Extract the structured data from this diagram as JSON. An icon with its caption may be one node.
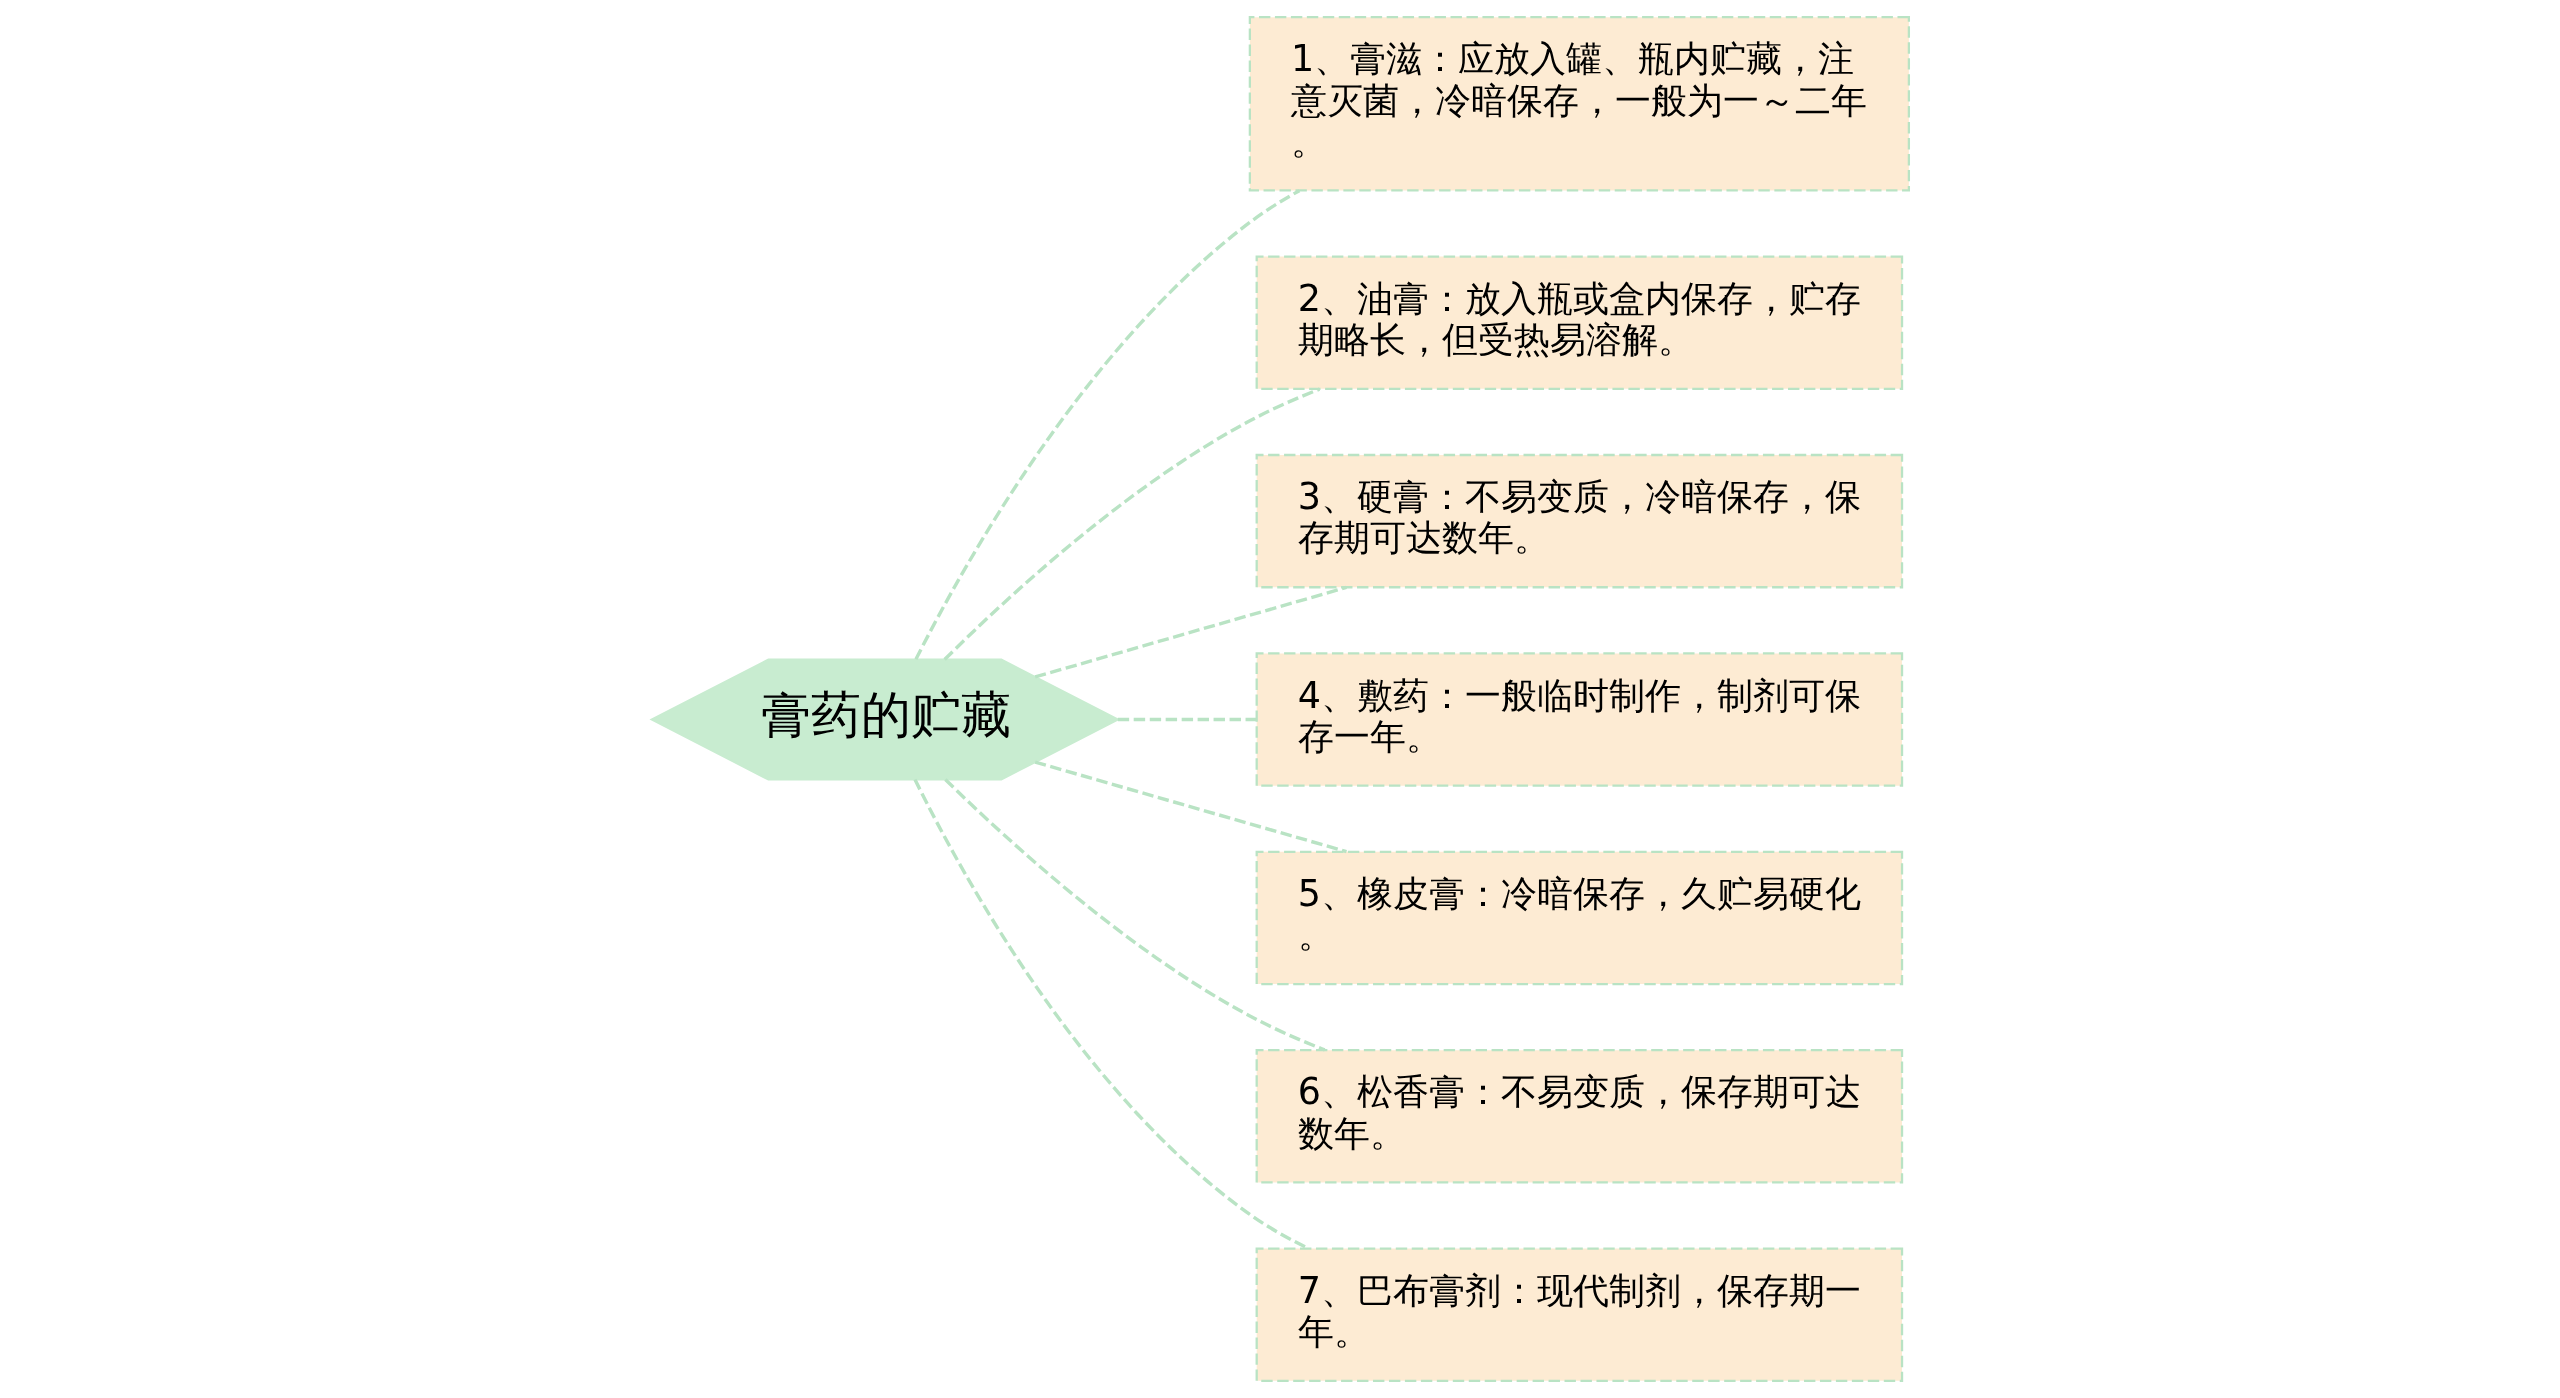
{
  "diagram": {
    "nodes": [
      {
        "text": [
          "膏药的贮藏"
        ]
      },
      {
        "text": [
          "1、膏滋：应放入罐、瓶内贮藏，注意灭菌，冷暗保存，一般为一～二年。"
        ]
      },
      {
        "text": [
          "2、油膏：放入瓶或盒内保存，贮存期略长，但受热易溶解。"
        ]
      },
      {
        "text": [
          "3、硬膏：不易变质，冷暗保存，保存期可达数年。"
        ]
      },
      {
        "text": [
          "4、敷药：一般临时制作，制剂可保存一年。"
        ]
      },
      {
        "text": [
          "5、橡皮膏：冷暗保存，久贮易硬化。"
        ]
      },
      {
        "text": [
          "6、松香膏：不易变质，保存期可达数年。"
        ]
      },
      {
        "text": [
          "7、巴布膏剂：现代制剂，保存期一年。"
        ]
      }
    ],
    "edges": [
      {
        "from": 0,
        "to": 1,
        "arrow": "none",
        "style": "dashed"
      },
      {
        "from": 0,
        "to": 2,
        "arrow": "none",
        "style": "dashed"
      },
      {
        "from": 0,
        "to": 3,
        "arrow": "none",
        "style": "dashed"
      },
      {
        "from": 0,
        "to": 4,
        "arrow": "none",
        "style": "dashed"
      },
      {
        "from": 0,
        "to": 5,
        "arrow": "none",
        "style": "dashed"
      },
      {
        "from": 0,
        "to": 6,
        "arrow": "none",
        "style": "dashed"
      },
      {
        "from": 0,
        "to": 7,
        "arrow": "none",
        "style": "dashed"
      }
    ]
  }
}
